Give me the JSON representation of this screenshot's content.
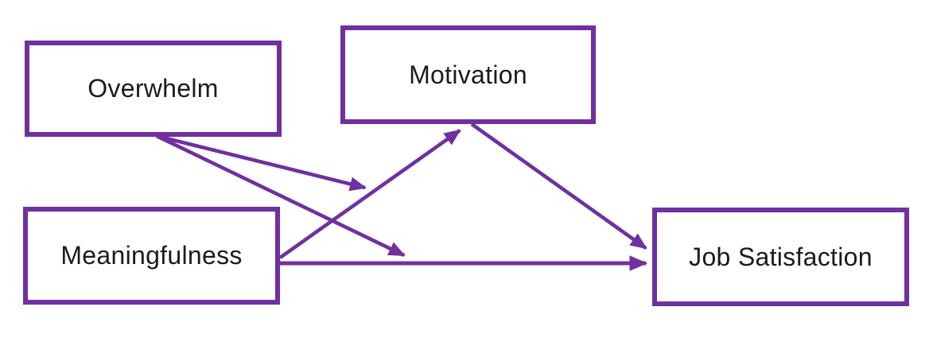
{
  "diagram": {
    "accent_color": "#7030A0",
    "text_color": "#1B1B1B",
    "background_color": "#FFFFFF",
    "nodes": [
      {
        "id": "overwhelm",
        "label": "Overwhelm"
      },
      {
        "id": "motivation",
        "label": "Motivation"
      },
      {
        "id": "meaningfulness",
        "label": "Meaningfulness"
      },
      {
        "id": "job_satisfaction",
        "label": "Job Satisfaction"
      }
    ],
    "edges": [
      {
        "from": "meaningfulness",
        "to": "motivation",
        "type": "arrow"
      },
      {
        "from": "motivation",
        "to": "job_satisfaction",
        "type": "arrow"
      },
      {
        "from": "meaningfulness",
        "to": "job_satisfaction",
        "type": "arrow"
      },
      {
        "from": "overwhelm",
        "to": "path:meaningfulness-motivation",
        "type": "moderation-arrow"
      },
      {
        "from": "overwhelm",
        "to": "path:meaningfulness-job_satisfaction",
        "type": "moderation-arrow"
      }
    ]
  }
}
